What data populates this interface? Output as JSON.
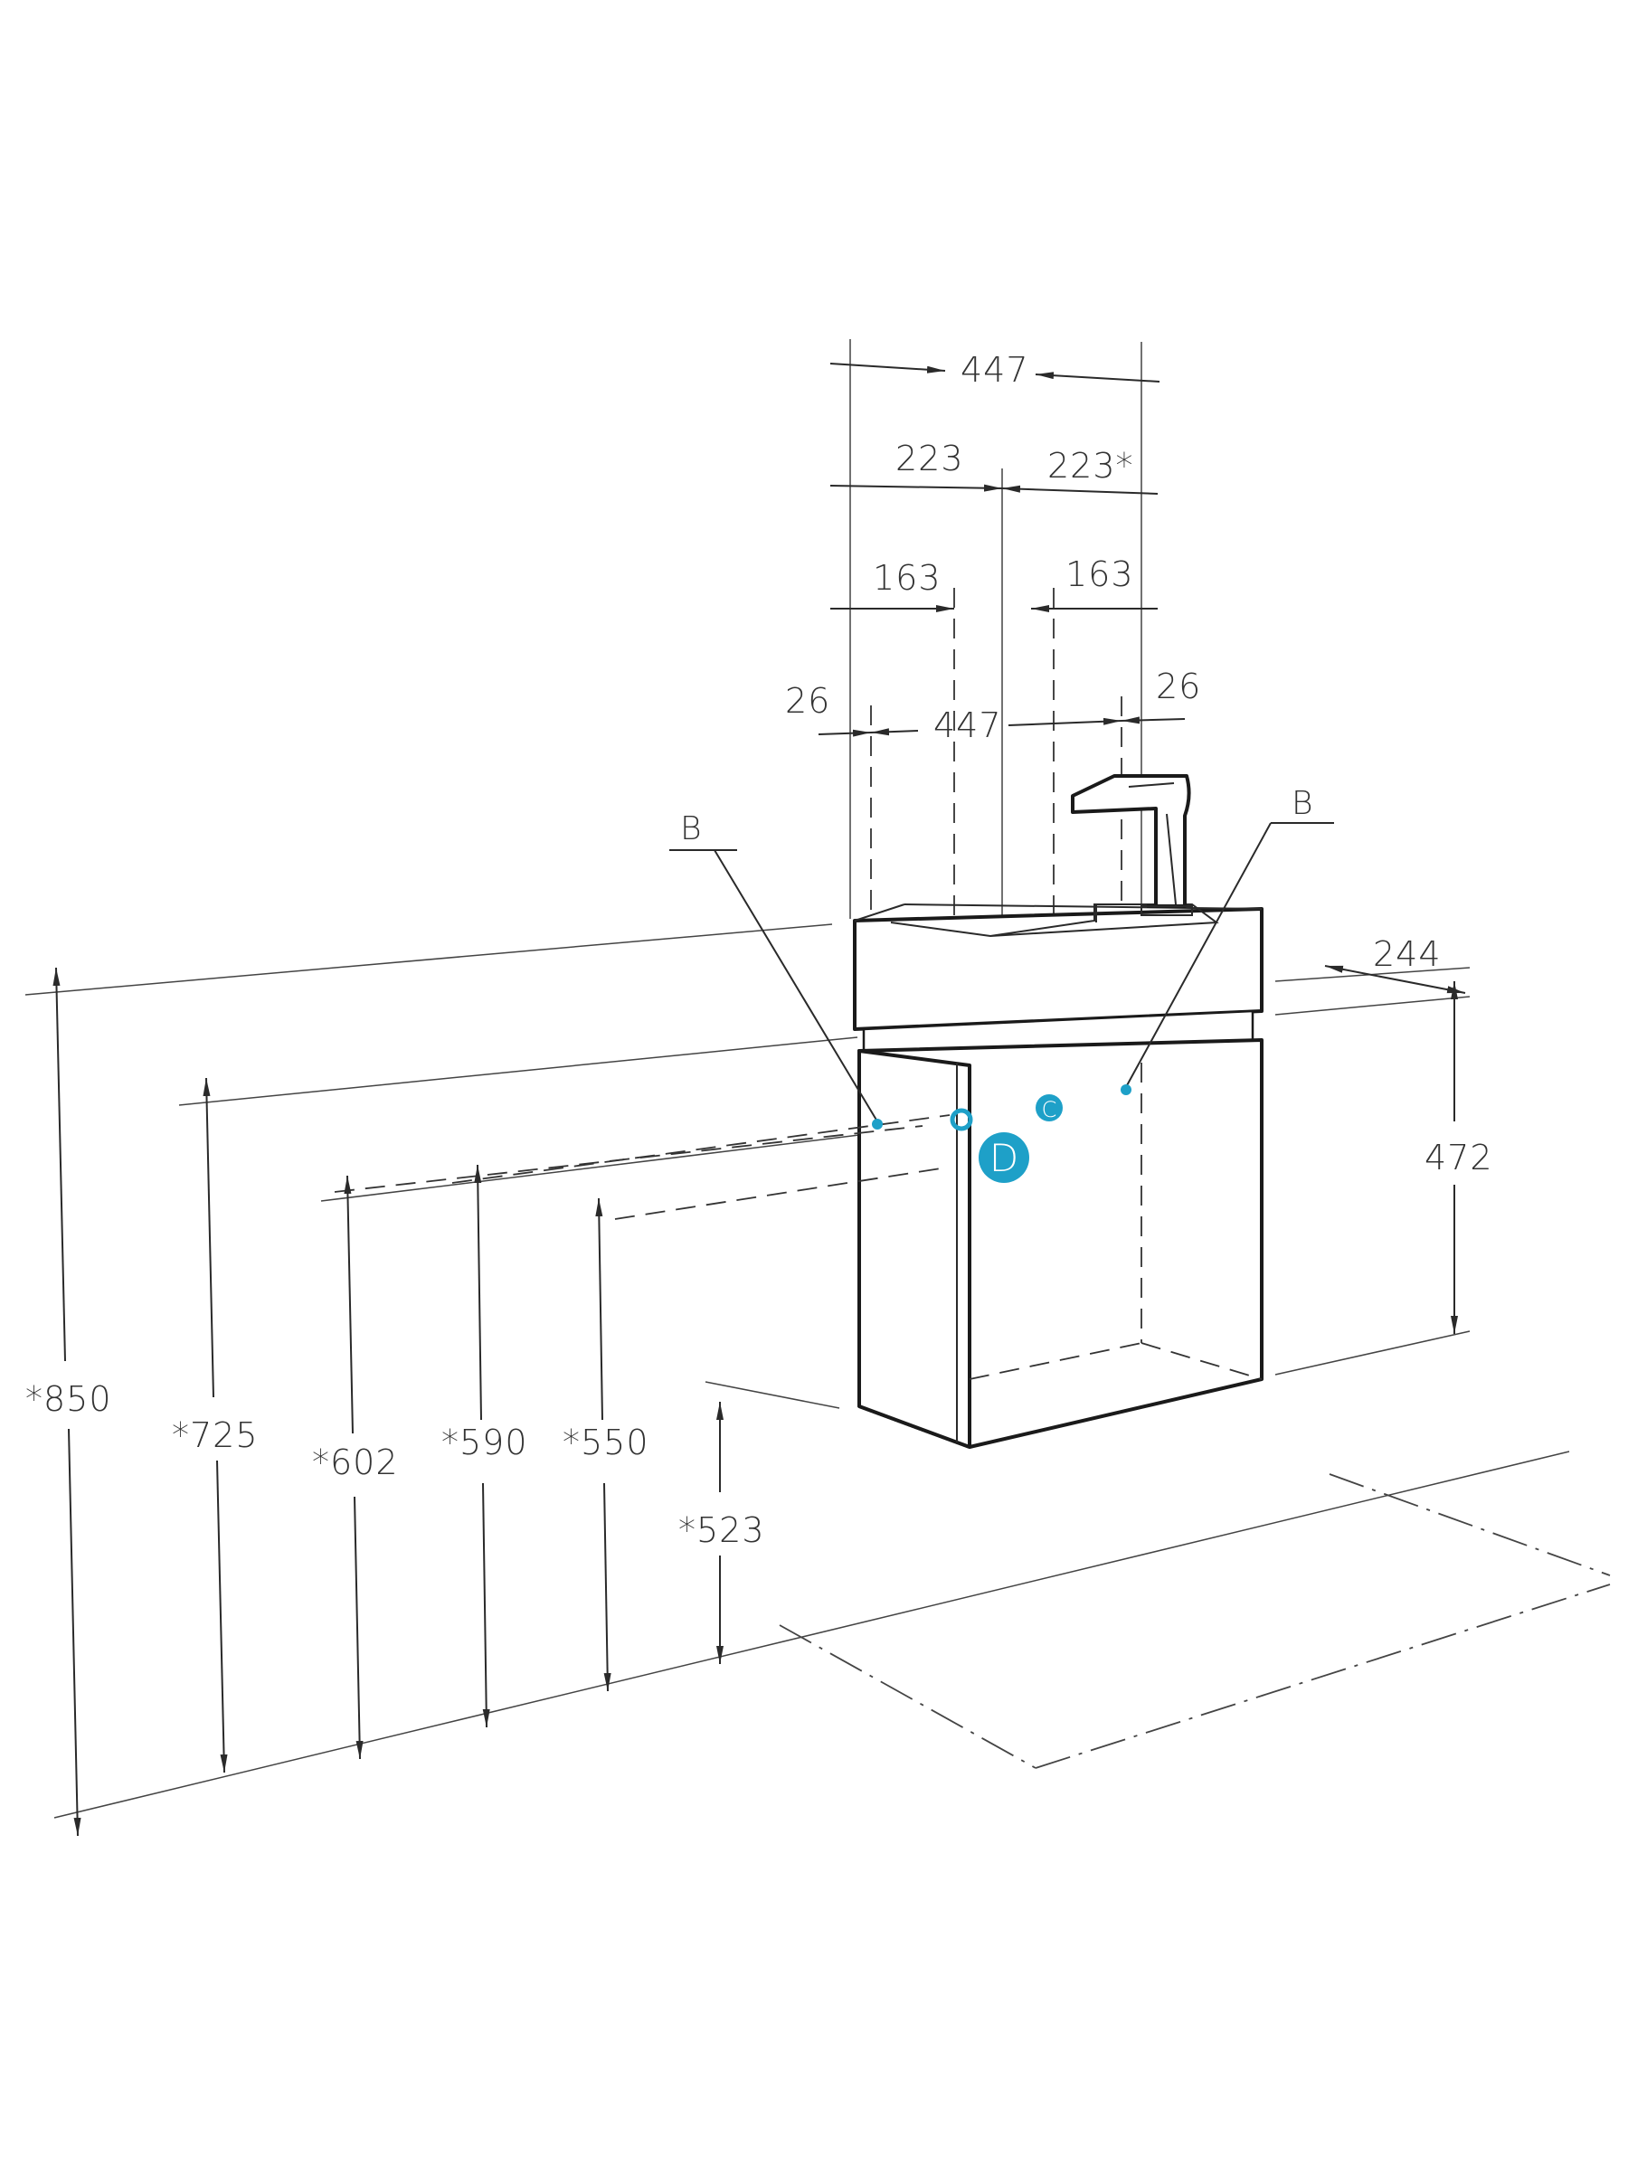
{
  "accent_color": "#1ea0c8",
  "line_color": "#2a2a2a",
  "dimensions": {
    "top_width": "447",
    "half_left": "223",
    "half_right": "223*",
    "offset_left": "163",
    "offset_right": "163",
    "edge_left": "26",
    "edge_right": "26",
    "inner_width": "447",
    "depth": "244",
    "basin_height": "472",
    "h850": "*850",
    "h725": "*725",
    "h602": "*602",
    "h590": "*590",
    "h550": "*550",
    "h523": "*523"
  },
  "labels": {
    "b_left": "B",
    "b_right": "B",
    "c": "C",
    "d": "D"
  },
  "icons": {
    "faucet": "faucet-icon"
  }
}
